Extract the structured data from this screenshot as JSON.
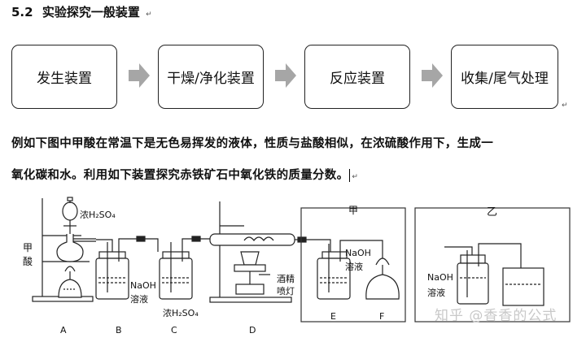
{
  "heading": {
    "number": "5.2",
    "title": "实验探究一般装置"
  },
  "flow": [
    "发生装置",
    "干燥/净化装置",
    "反应装置",
    "收集/尾气处理"
  ],
  "paragraph": {
    "line1": "例如下图中甲酸在常温下是无色易挥发的液体，性质与盐酸相似，在浓硫酸作用下，生成一",
    "line2": "氧化碳和水。利用如下装置探究赤铁矿石中氧化铁的质量分数。"
  },
  "figure": {
    "box_labels": {
      "jia": "甲",
      "yi": "乙"
    },
    "reagents": {
      "conc_h2so4_top": "浓H₂SO₄",
      "formic_acid_1": "甲",
      "formic_acid_2": "酸",
      "naoh_b_1": "NaOH",
      "naoh_b_2": "溶液",
      "conc_h2so4_c": "浓H₂SO₄",
      "lamp_1": "酒精",
      "lamp_2": "喷灯",
      "naoh_e_1": "NaOH",
      "naoh_e_2": "溶液",
      "naoh_yi_1": "NaOH",
      "naoh_yi_2": "溶液"
    },
    "letters": [
      "A",
      "B",
      "C",
      "D",
      "E",
      "F"
    ]
  },
  "watermark": "知乎 @香香的公式"
}
